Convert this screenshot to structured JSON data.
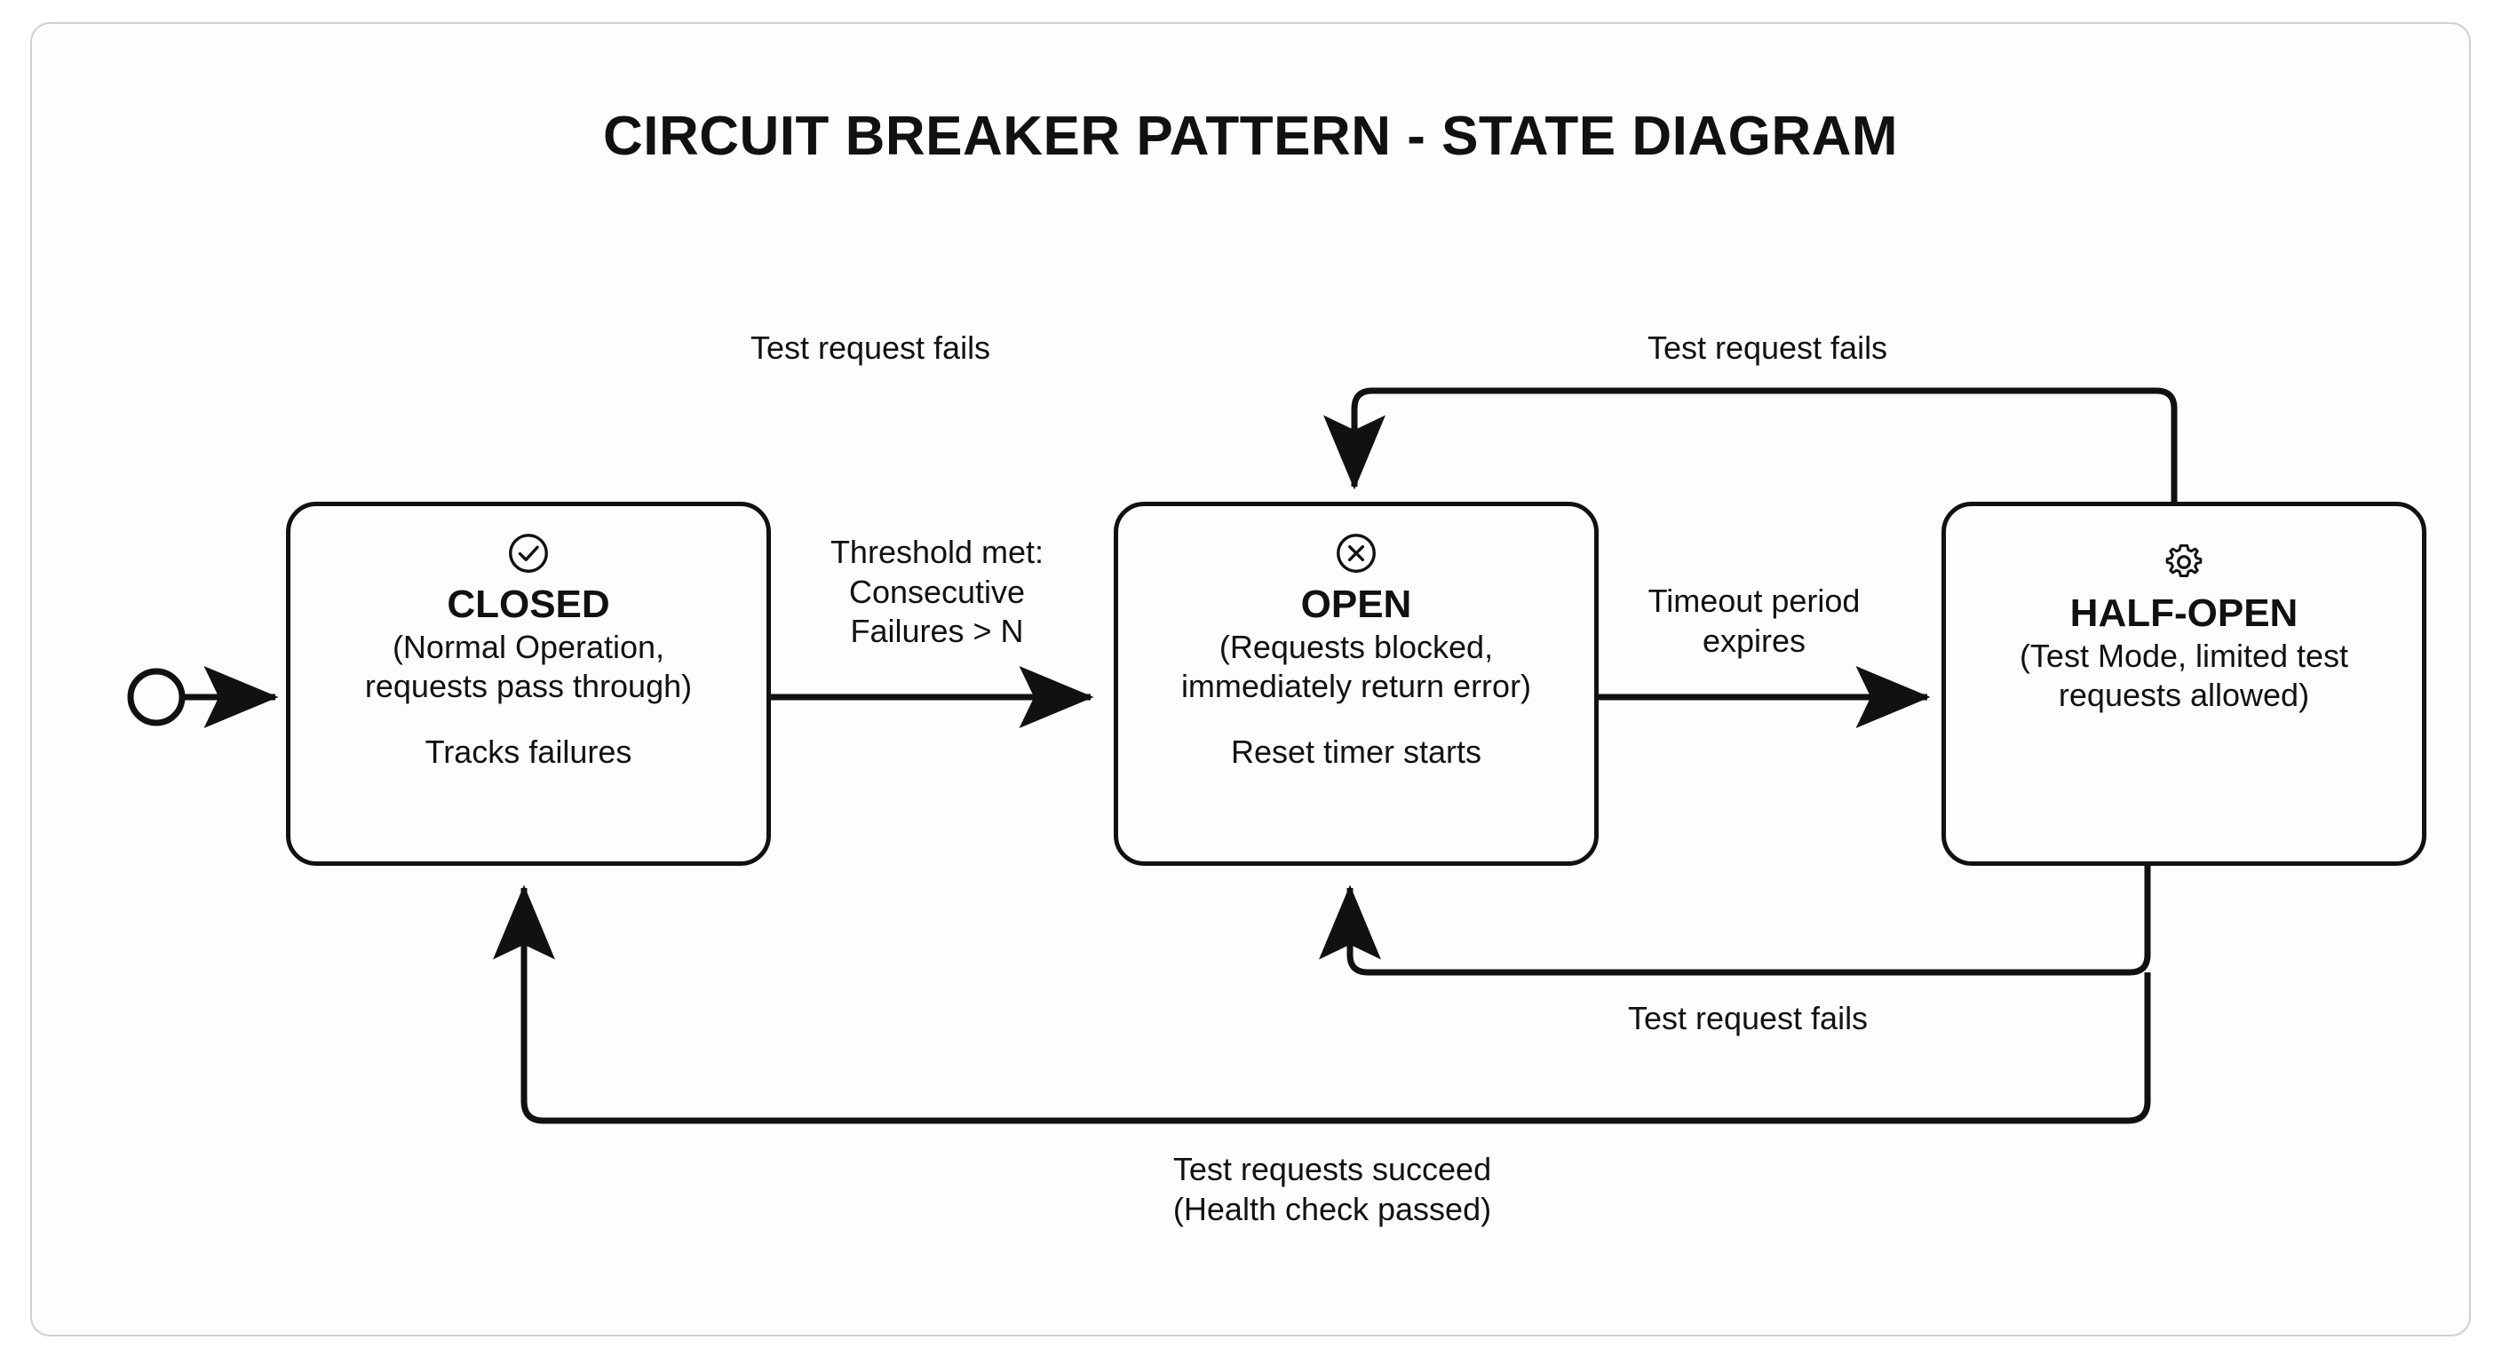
{
  "title": "CIRCUIT BREAKER PATTERN - STATE DIAGRAM",
  "canvas": {
    "background": "#ffffff",
    "card_background": "#fdfdfc",
    "card_border_color": "#cfcfcf",
    "line_color": "#111111",
    "text_color": "#111111"
  },
  "start_node": {
    "name": "start-node",
    "shape": "circle"
  },
  "states": [
    {
      "id": "closed",
      "icon": "check-circle-icon",
      "title": "CLOSED",
      "description": "(Normal Operation,\nrequests pass through)",
      "extra": "Tracks failures"
    },
    {
      "id": "open",
      "icon": "x-circle-icon",
      "title": "OPEN",
      "description": "(Requests blocked,\nimmediately return error)",
      "extra": "Reset timer starts"
    },
    {
      "id": "half-open",
      "icon": "gear-icon",
      "title": "HALF-OPEN",
      "description": "(Test Mode, limited test\nrequests allowed)",
      "extra": ""
    }
  ],
  "transitions": [
    {
      "id": "start-to-closed",
      "from": "start",
      "to": "closed",
      "label": ""
    },
    {
      "id": "closed-to-open",
      "from": "closed",
      "to": "open",
      "label": "Threshold met:\nConsecutive\nFailures > N"
    },
    {
      "id": "open-to-halfopen",
      "from": "open",
      "to": "half-open",
      "label": "Timeout period\nexpires"
    },
    {
      "id": "halfopen-to-open-top",
      "from": "half-open",
      "to": "open",
      "label": "Test request fails"
    },
    {
      "id": "top-left-annotation",
      "from": "",
      "to": "",
      "label": "Test request fails"
    },
    {
      "id": "halfopen-to-open-bottom",
      "from": "half-open",
      "to": "open",
      "label": "Test request fails"
    },
    {
      "id": "halfopen-to-closed",
      "from": "half-open",
      "to": "closed",
      "label": "Test requests succeed\n(Health check passed)"
    }
  ]
}
